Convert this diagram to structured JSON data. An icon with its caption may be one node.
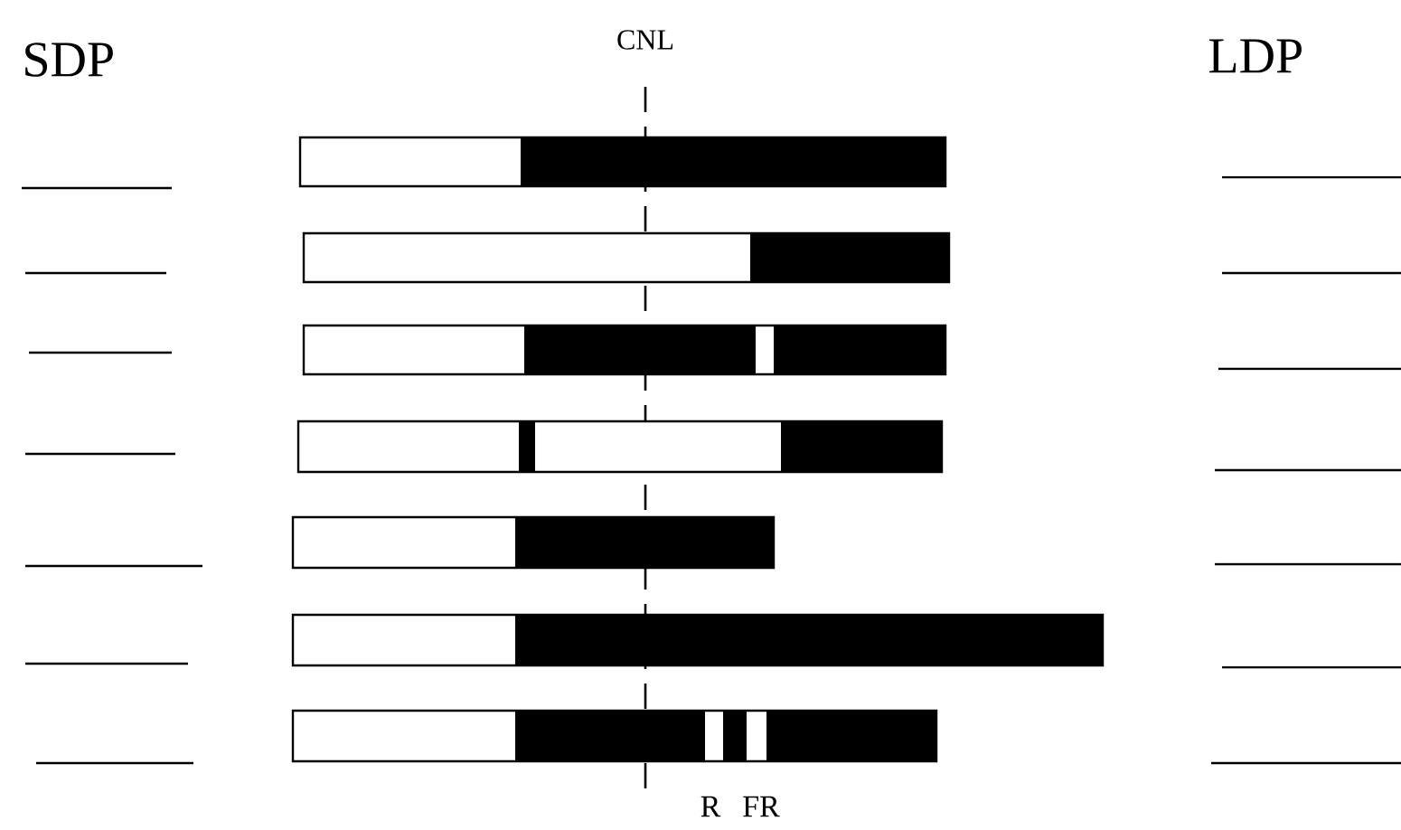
{
  "diagram": {
    "labels": [
      "SDP",
      "CNL",
      "LDP",
      "R",
      "FR"
    ]
  }
}
